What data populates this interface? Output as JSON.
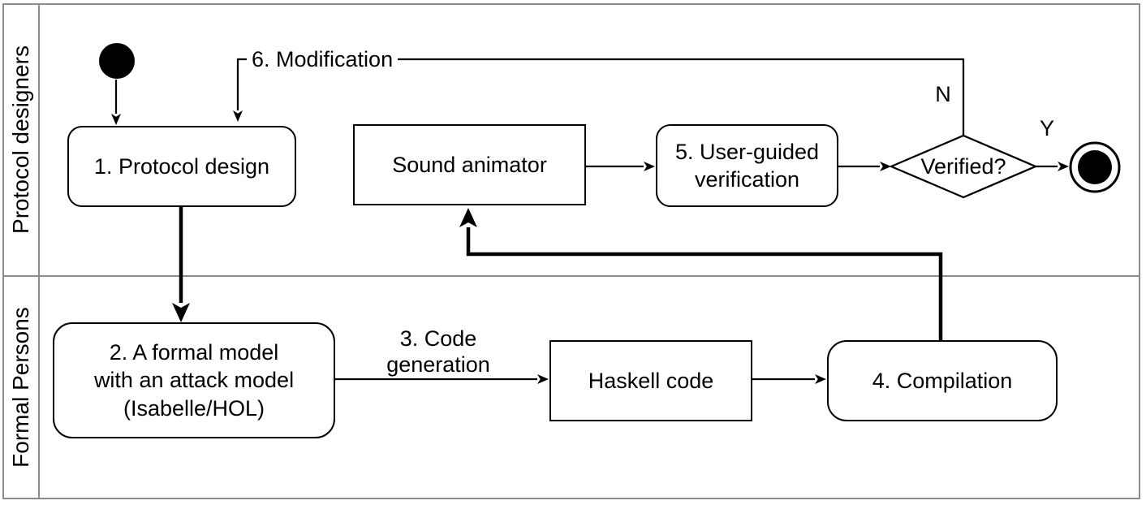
{
  "diagram": {
    "kind": "uml-activity-swimlane",
    "colors": {
      "stroke": "#000000",
      "frame": "#8c8c8c",
      "fill": "#ffffff"
    }
  },
  "lanes": [
    {
      "label": "Protocol designers"
    },
    {
      "label": "Formal Persons"
    }
  ],
  "nodes": {
    "initial_state": {
      "icon": "initial-state-icon"
    },
    "protocol_design": {
      "label": "1. Protocol design"
    },
    "sound_animator": {
      "label": "Sound animator"
    },
    "user_verification": {
      "lines": [
        "5. User-guided",
        "verification"
      ]
    },
    "verified_decision": {
      "label": "Verified?"
    },
    "final_state": {
      "icon": "final-state-icon"
    },
    "formal_model": {
      "lines": [
        "2. A formal model",
        "with an attack model",
        "(Isabelle/HOL)"
      ]
    },
    "haskell_code": {
      "label": "Haskell code"
    },
    "compilation": {
      "label": "4. Compilation"
    }
  },
  "edge_labels": {
    "modification": "6. Modification",
    "code_generation": {
      "lines": [
        "3. Code",
        "generation"
      ]
    },
    "no": "N",
    "yes": "Y"
  }
}
